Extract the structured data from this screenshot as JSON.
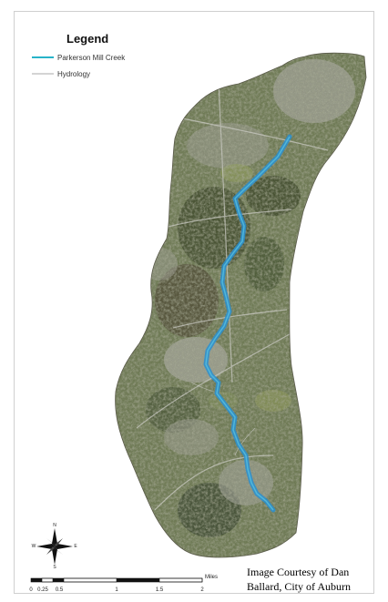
{
  "legend": {
    "title": "Legend",
    "items": [
      {
        "label": "Parkerson Mill Creek",
        "color": "#27b3c9",
        "style": "solid"
      },
      {
        "label": "Hydrology",
        "color": "#d4d4d4",
        "style": "solid"
      }
    ]
  },
  "scale_bar": {
    "ticks": [
      "0",
      "0.25",
      "0.5",
      "1",
      "1.5",
      "2"
    ],
    "units": "Miles"
  },
  "north_arrow": {
    "letters": {
      "north": "N",
      "south": "S",
      "east": "E",
      "west": "W"
    }
  },
  "credit": {
    "line1": "Image Courtesy of Dan",
    "line2": "Ballard, City of Auburn"
  },
  "colors": {
    "creek": "#2a8fd0",
    "terrain_base": "#6f7a55",
    "forest": "#3f4a2c",
    "urban": "#a3a39a"
  },
  "map_content": {
    "type": "aerial-watershed",
    "features": [
      "watershed boundary",
      "creek line",
      "aerial imagery"
    ]
  }
}
